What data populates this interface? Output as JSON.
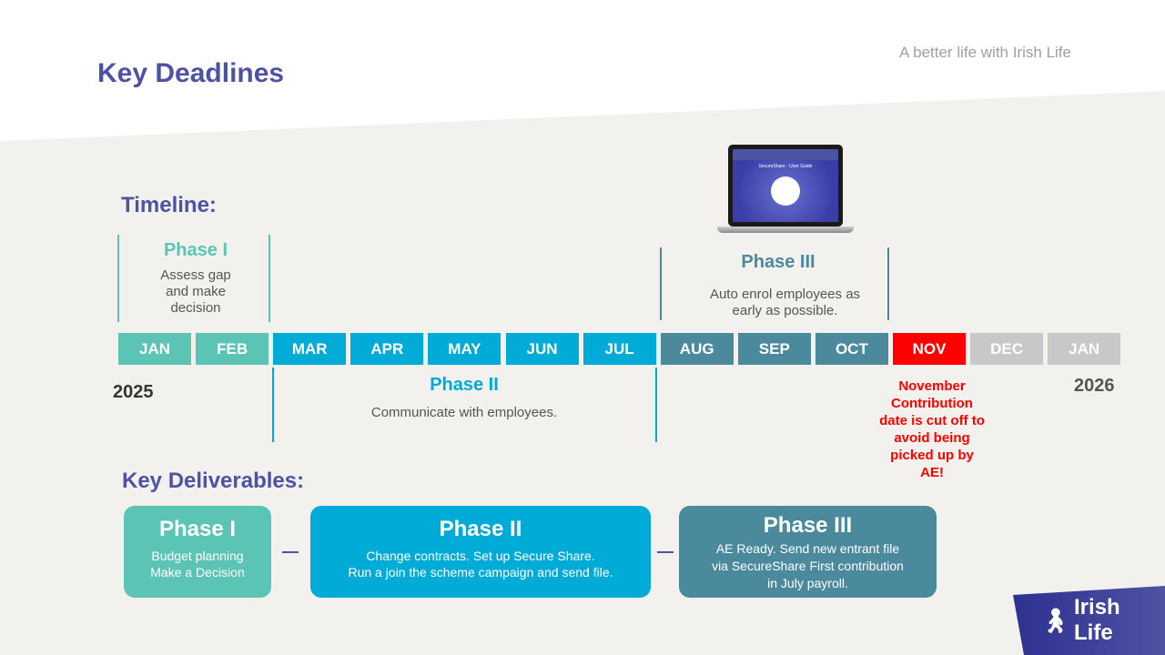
{
  "header": {
    "title": "Key Deadlines",
    "tagline": "A better life with Irish Life"
  },
  "timeline": {
    "heading": "Timeline:",
    "months": [
      {
        "label": "JAN",
        "color": "#5bc4b4"
      },
      {
        "label": "FEB",
        "color": "#5bc4b4"
      },
      {
        "label": "MAR",
        "color": "#00acd7"
      },
      {
        "label": "APR",
        "color": "#00acd7"
      },
      {
        "label": "MAY",
        "color": "#00acd7"
      },
      {
        "label": "JUN",
        "color": "#00acd7"
      },
      {
        "label": "JUL",
        "color": "#00acd7"
      },
      {
        "label": "AUG",
        "color": "#4a8a9c"
      },
      {
        "label": "SEP",
        "color": "#4a8a9c"
      },
      {
        "label": "OCT",
        "color": "#4a8a9c"
      },
      {
        "label": "NOV",
        "color": "#ff0000"
      },
      {
        "label": "DEC",
        "color": "#c8c8c8"
      },
      {
        "label": "JAN",
        "color": "#c8c8c8"
      }
    ],
    "year_start": "2025",
    "year_end": "2026",
    "phase1": {
      "title": "Phase I",
      "desc": "Assess gap and make decision"
    },
    "phase2": {
      "title": "Phase II",
      "desc": "Communicate with employees."
    },
    "phase3": {
      "title": "Phase III",
      "desc": "Auto enrol employees as early as possible."
    },
    "november_note": "November Contribution date is cut off to avoid being picked up by AE!",
    "laptop_screen_title": "SecureShare - User Guide"
  },
  "deliverables": {
    "heading": "Key Deliverables:",
    "cards": [
      {
        "title": "Phase I",
        "line1": "Budget planning",
        "line2": "Make a Decision",
        "line3": ""
      },
      {
        "title": "Phase II",
        "line1": "Change contracts. Set up Secure Share.",
        "line2": "Run a join the scheme campaign and send file.",
        "line3": ""
      },
      {
        "title": "Phase III",
        "line1": "AE Ready. Send new entrant file",
        "line2": "via SecureShare First contribution",
        "line3": "in July payroll."
      }
    ]
  },
  "brand": {
    "logo_text": "Irish Life"
  }
}
